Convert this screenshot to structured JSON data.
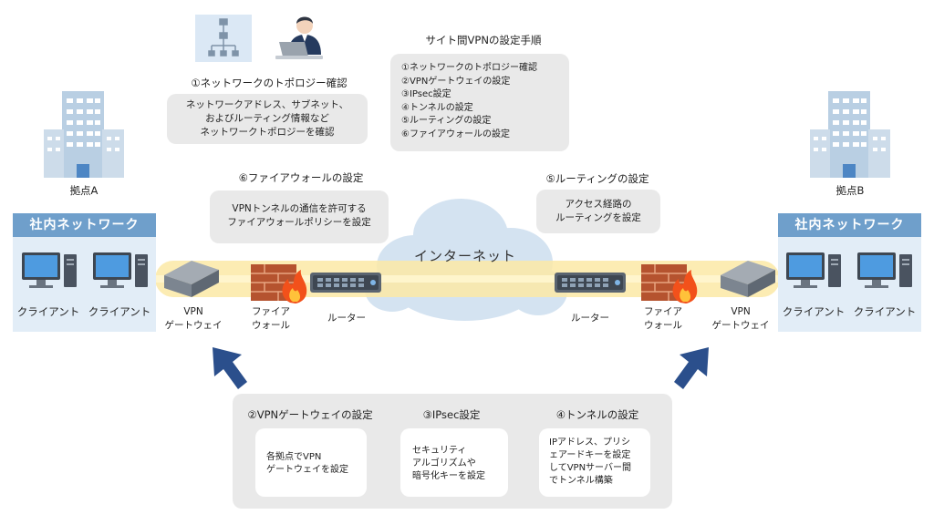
{
  "title": "サイト間VPNの設定手順",
  "steps_list": "①ネットワークのトポロジー確認\n②VPNゲートウェイの設定\n③IPsec設定\n④トンネルの設定\n⑤ルーティングの設定\n⑥ファイアウォールの設定",
  "step1": {
    "heading": "①ネットワークのトポロジー確認",
    "desc": "ネットワークアドレス、サブネット、\nおよびルーティング情報など\nネットワークトポロジーを確認"
  },
  "step6": {
    "heading": "⑥ファイアウォールの設定",
    "desc": "VPNトンネルの通信を許可する\nファイアウォールポリシーを設定"
  },
  "step5": {
    "heading": "⑤ルーティングの設定",
    "desc": "アクセス経路の\nルーティングを設定"
  },
  "step2": {
    "heading": "②VPNゲートウェイの設定",
    "desc": "各拠点でVPN\nゲートウェイを設定"
  },
  "step3": {
    "heading": "③IPsec設定",
    "desc": "セキュリティ\nアルゴリズムや\n暗号化キーを設定"
  },
  "step4": {
    "heading": "④トンネルの設定",
    "desc": "IPアドレス、プリシ\nェアードキーを設定\nしてVPNサーバー間\nでトンネル構築"
  },
  "siteA": {
    "label": "拠点A",
    "network": "社内ネットワーク",
    "client1": "クライアント",
    "client2": "クライアント"
  },
  "siteB": {
    "label": "拠点B",
    "network": "社内ネットワーク",
    "client1": "クライアント",
    "client2": "クライアント"
  },
  "internet": "インターネット",
  "left_devices": {
    "vpn": "VPN\nゲートウェイ",
    "firewall": "ファイア\nウォール",
    "router": "ルーター"
  },
  "right_devices": {
    "router": "ルーター",
    "firewall": "ファイア\nウォール",
    "vpn": "VPN\nゲートウェイ"
  },
  "colors": {
    "accent": "#6f9fcb",
    "arrow": "#2b4f8c",
    "tunnel": "#fbe9a6",
    "box": "#e9e9e9"
  }
}
